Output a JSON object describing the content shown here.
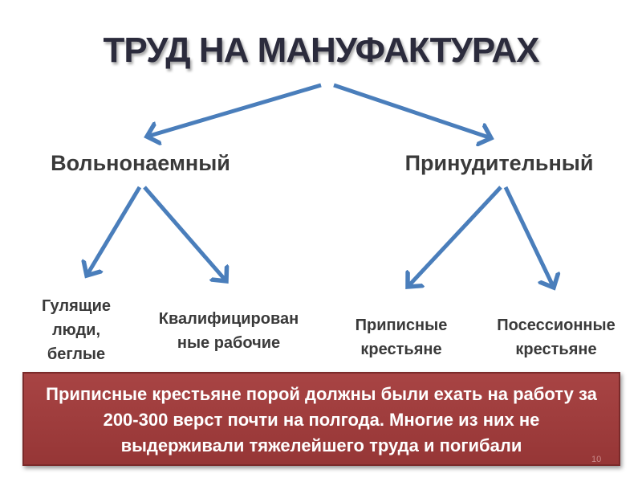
{
  "title": "ТРУД НА МАНУФАКТУРАХ",
  "branches": [
    {
      "label": "Вольнонаемный",
      "children": [
        {
          "lines": [
            "Гулящие",
            "люди,",
            "беглые"
          ]
        },
        {
          "lines": [
            "Квалифицирован",
            "ные рабочие"
          ]
        }
      ]
    },
    {
      "label": "Принудительный",
      "children": [
        {
          "lines": [
            "Приписные",
            "крестьяне"
          ]
        },
        {
          "lines": [
            "Посессионные",
            "крестьяне"
          ]
        }
      ]
    }
  ],
  "note": {
    "lines": [
      "Приписные крестьяне порой должны были ехать на работу за",
      "200-300 верст почти на полгода. Многие из них не",
      "выдерживали тяжелейшего труда и погибали"
    ],
    "page_number": "10"
  },
  "colors": {
    "arrow": "#4a7ebb",
    "note_bg": "#9e3a3a",
    "title": "#2b2b3c"
  }
}
